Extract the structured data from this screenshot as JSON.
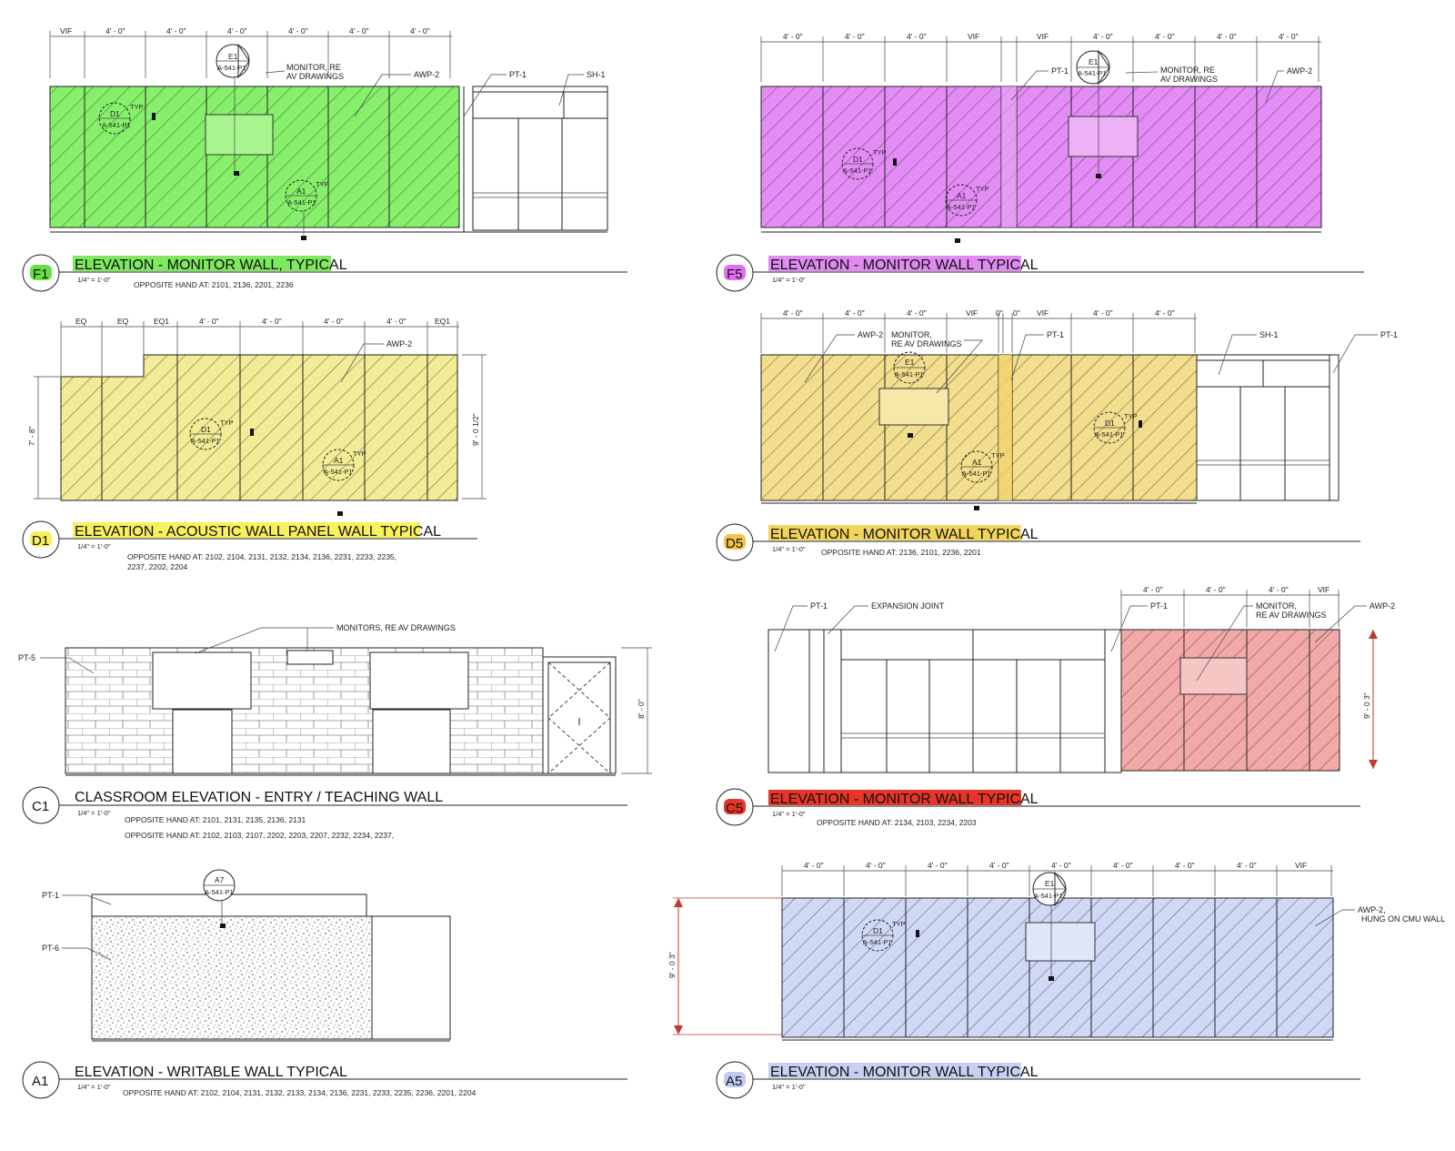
{
  "colors": {
    "F1": "#86f06a",
    "F5": "#e48cf5",
    "D1": "#f2ec96",
    "D5": "#f2de8c",
    "C5": "#f2a9a8",
    "A5": "#cfd8f5",
    "F1_hl": "#7ee85e",
    "F5_hl": "#e08af2",
    "D1_hl": "#f7f25a",
    "D5_hl": "#f2d45a",
    "C5_hl": "#e8352a",
    "A5_hl": "#c9cff2",
    "D5_tag": "#f2c24a",
    "C5_tag": "#e8352a",
    "F5_tag": "#e070ee",
    "F1_tag": "#68e040",
    "D1_tag": "#f7f05a",
    "A5_tag": "#c2c9f0"
  },
  "elevations": {
    "F1": {
      "tag": "F1",
      "title": "ELEVATION - MONITOR WALL, TYPICAL",
      "scale": "1/4\" = 1'-0\"",
      "opposite": "OPPOSITE HAND AT: 2101, 2136, 2201, 2236",
      "dims": [
        "VIF",
        "4' - 0\"",
        "4' - 0\"",
        "4' - 0\"",
        "4' - 0\"",
        "4' - 0\"",
        "4' - 0\""
      ],
      "labels": {
        "monitor": "MONITOR, RE",
        "monitor2": "AV DRAWINGS",
        "awp": "AWP-2",
        "pt": "PT-1",
        "sh": "SH-1"
      },
      "callouts": {
        "e1": "E1",
        "e1s": "A-541-P1",
        "d1": "D1",
        "d1s": "A-541-P1",
        "a1": "A1",
        "a1s": "A-541-P1",
        "typ": "TYP"
      }
    },
    "F5": {
      "tag": "F5",
      "title": "ELEVATION - MONITOR WALL TYPICAL",
      "scale": "1/4\" = 1'-0\"",
      "dims": [
        "4' - 0\"",
        "4' - 0\"",
        "4' - 0\"",
        "VIF",
        "VIF",
        "4' - 0\"",
        "4' - 0\"",
        "4' - 0\"",
        "4' - 0\""
      ],
      "labels": {
        "pt": "PT-1",
        "monitor": "MONITOR, RE",
        "monitor2": "AV DRAWINGS",
        "awp": "AWP-2"
      },
      "callouts": {
        "e1": "E1",
        "e1s": "A-541-P1",
        "d1": "D1",
        "d1s": "A-541-P1",
        "a1": "A1",
        "a1s": "A-541-P1",
        "typ": "TYP"
      }
    },
    "D1": {
      "tag": "D1",
      "title": "ELEVATION - ACOUSTIC WALL PANEL WALL TYPICAL",
      "scale": "1/4\" = 1'-0\"",
      "opposite": "OPPOSITE HAND AT: 2102, 2104, 2131, 2132, 2134, 2136, 2231, 2233, 2235,",
      "opposite2": "2237, 2202, 2204",
      "dims": [
        "EQ",
        "EQ",
        "EQ1",
        "4' - 0\"",
        "4' - 0\"",
        "4' - 0\"",
        "4' - 0\"",
        "EQ1"
      ],
      "labels": {
        "awp": "AWP-2",
        "h1": "7' - 8\"",
        "h2": "9' - 0 1/2\""
      },
      "callouts": {
        "d1": "D1",
        "d1s": "A-541-P1",
        "a1": "A1",
        "a1s": "A-541-P1",
        "typ": "TYP"
      }
    },
    "D5": {
      "tag": "D5",
      "title": "ELEVATION - MONITOR WALL TYPICAL",
      "scale": "1/4\" = 1'-0\"",
      "opposite": "OPPOSITE HAND AT: 2136, 2101, 2236, 2201",
      "dims": [
        "4' - 0\"",
        "4' - 0\"",
        "4' - 0\"",
        "VIF",
        "0\"",
        "0\"",
        "VIF",
        "4' - 0\"",
        "4' - 0\""
      ],
      "labels": {
        "awp": "AWP-2",
        "monitor": "MONITOR,",
        "monitor2": "RE AV DRAWINGS",
        "pt": "PT-1",
        "sh": "SH-1",
        "pt2": "PT-1"
      },
      "callouts": {
        "e1": "E1",
        "e1s": "A-541-P1",
        "d1": "D1",
        "d1s": "A-541-P1",
        "a1": "A1",
        "a1s": "A-541-P1",
        "typ": "TYP"
      }
    },
    "C1": {
      "tag": "C1",
      "title": "CLASSROOM ELEVATION - ENTRY / TEACHING WALL",
      "scale": "1/4\" = 1'-0\"",
      "opposite": "OPPOSITE HAND AT: 2101, 2131, 2135, 2136, 2131",
      "opposite2": "OPPOSITE HAND AT: 2102, 2103, 2107, 2202, 2203, 2207, 2232, 2234, 2237,",
      "labels": {
        "monitors": "MONITORS, RE AV DRAWINGS",
        "pt5": "PT-5",
        "h": "8' - 0\""
      }
    },
    "C5": {
      "tag": "C5",
      "title": "ELEVATION - MONITOR WALL TYPICAL",
      "scale": "1/4\" = 1'-0\"",
      "opposite": "OPPOSITE HAND AT: 2134, 2103, 2234, 2203",
      "dims": [
        "4' - 0\"",
        "4' - 0\"",
        "4' - 0\"",
        "VIF"
      ],
      "labels": {
        "pt": "PT-1",
        "exp": "EXPANSION JOINT",
        "pt2": "PT-1",
        "monitor": "MONITOR,",
        "monitor2": "RE AV DRAWINGS",
        "awp": "AWP-2",
        "h": "9' - 0 3\""
      }
    },
    "A1": {
      "tag": "A1",
      "title": "ELEVATION - WRITABLE WALL TYPICAL",
      "scale": "1/4\" = 1'-0\"",
      "opposite": "OPPOSITE HAND AT: 2102, 2104, 2131, 2132, 2133, 2134, 2136, 2231, 2233, 2235, 2236, 2201, 2204",
      "labels": {
        "pt1": "PT-1",
        "pt6": "PT-6"
      },
      "callouts": {
        "a7": "A7",
        "a7s": "A-541-P1"
      }
    },
    "A5": {
      "tag": "A5",
      "title": "ELEVATION - MONITOR WALL TYPICAL",
      "scale": "1/4\" = 1'-0\"",
      "dims": [
        "4' - 0\"",
        "4' - 0\"",
        "4' - 0\"",
        "4' - 0\"",
        "4' - 0\"",
        "4' - 0\"",
        "4' - 0\"",
        "4' - 0\"",
        "VIF"
      ],
      "labels": {
        "awp": "AWP-2,",
        "awp2": "HUNG ON CMU WALL",
        "h": "9' - 0 3\""
      },
      "callouts": {
        "e1": "E1",
        "e1s": "A-541-P1",
        "d1": "D1",
        "d1s": "A-541-P1",
        "typ": "TYP"
      }
    }
  }
}
